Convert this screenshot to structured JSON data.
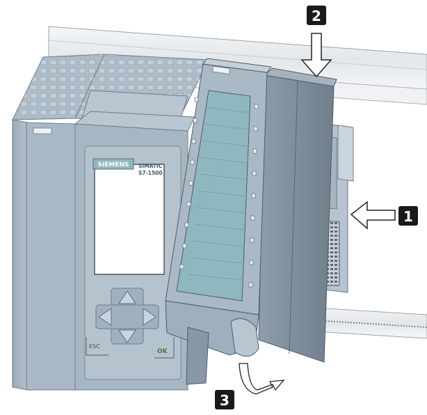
{
  "diagram": {
    "brand": {
      "logo_text": "SIEMENS",
      "product_line1": "SIMATIC",
      "product_line2": "S7-1500"
    },
    "keys": {
      "esc_label": "ESC",
      "ok_label": "OK"
    },
    "steps": [
      {
        "number": "2",
        "meaning": "push down"
      },
      {
        "number": "1",
        "meaning": "push in"
      },
      {
        "number": "3",
        "meaning": "swing up"
      }
    ],
    "icons": [
      "arrow-down-icon",
      "arrow-left-icon",
      "curved-arrow-up-icon",
      "display-nav-arrows"
    ],
    "colors": {
      "housing": "#a9b8c5",
      "housing_dark": "#8d9eac",
      "housing_light": "#c9d3dc",
      "front_cover": "#7f8e9b",
      "label_strip": "#8fb7bf",
      "display_screen": "#ffffff",
      "step_badge": "#1a1a1a",
      "rail": "#e6e9ec"
    }
  }
}
